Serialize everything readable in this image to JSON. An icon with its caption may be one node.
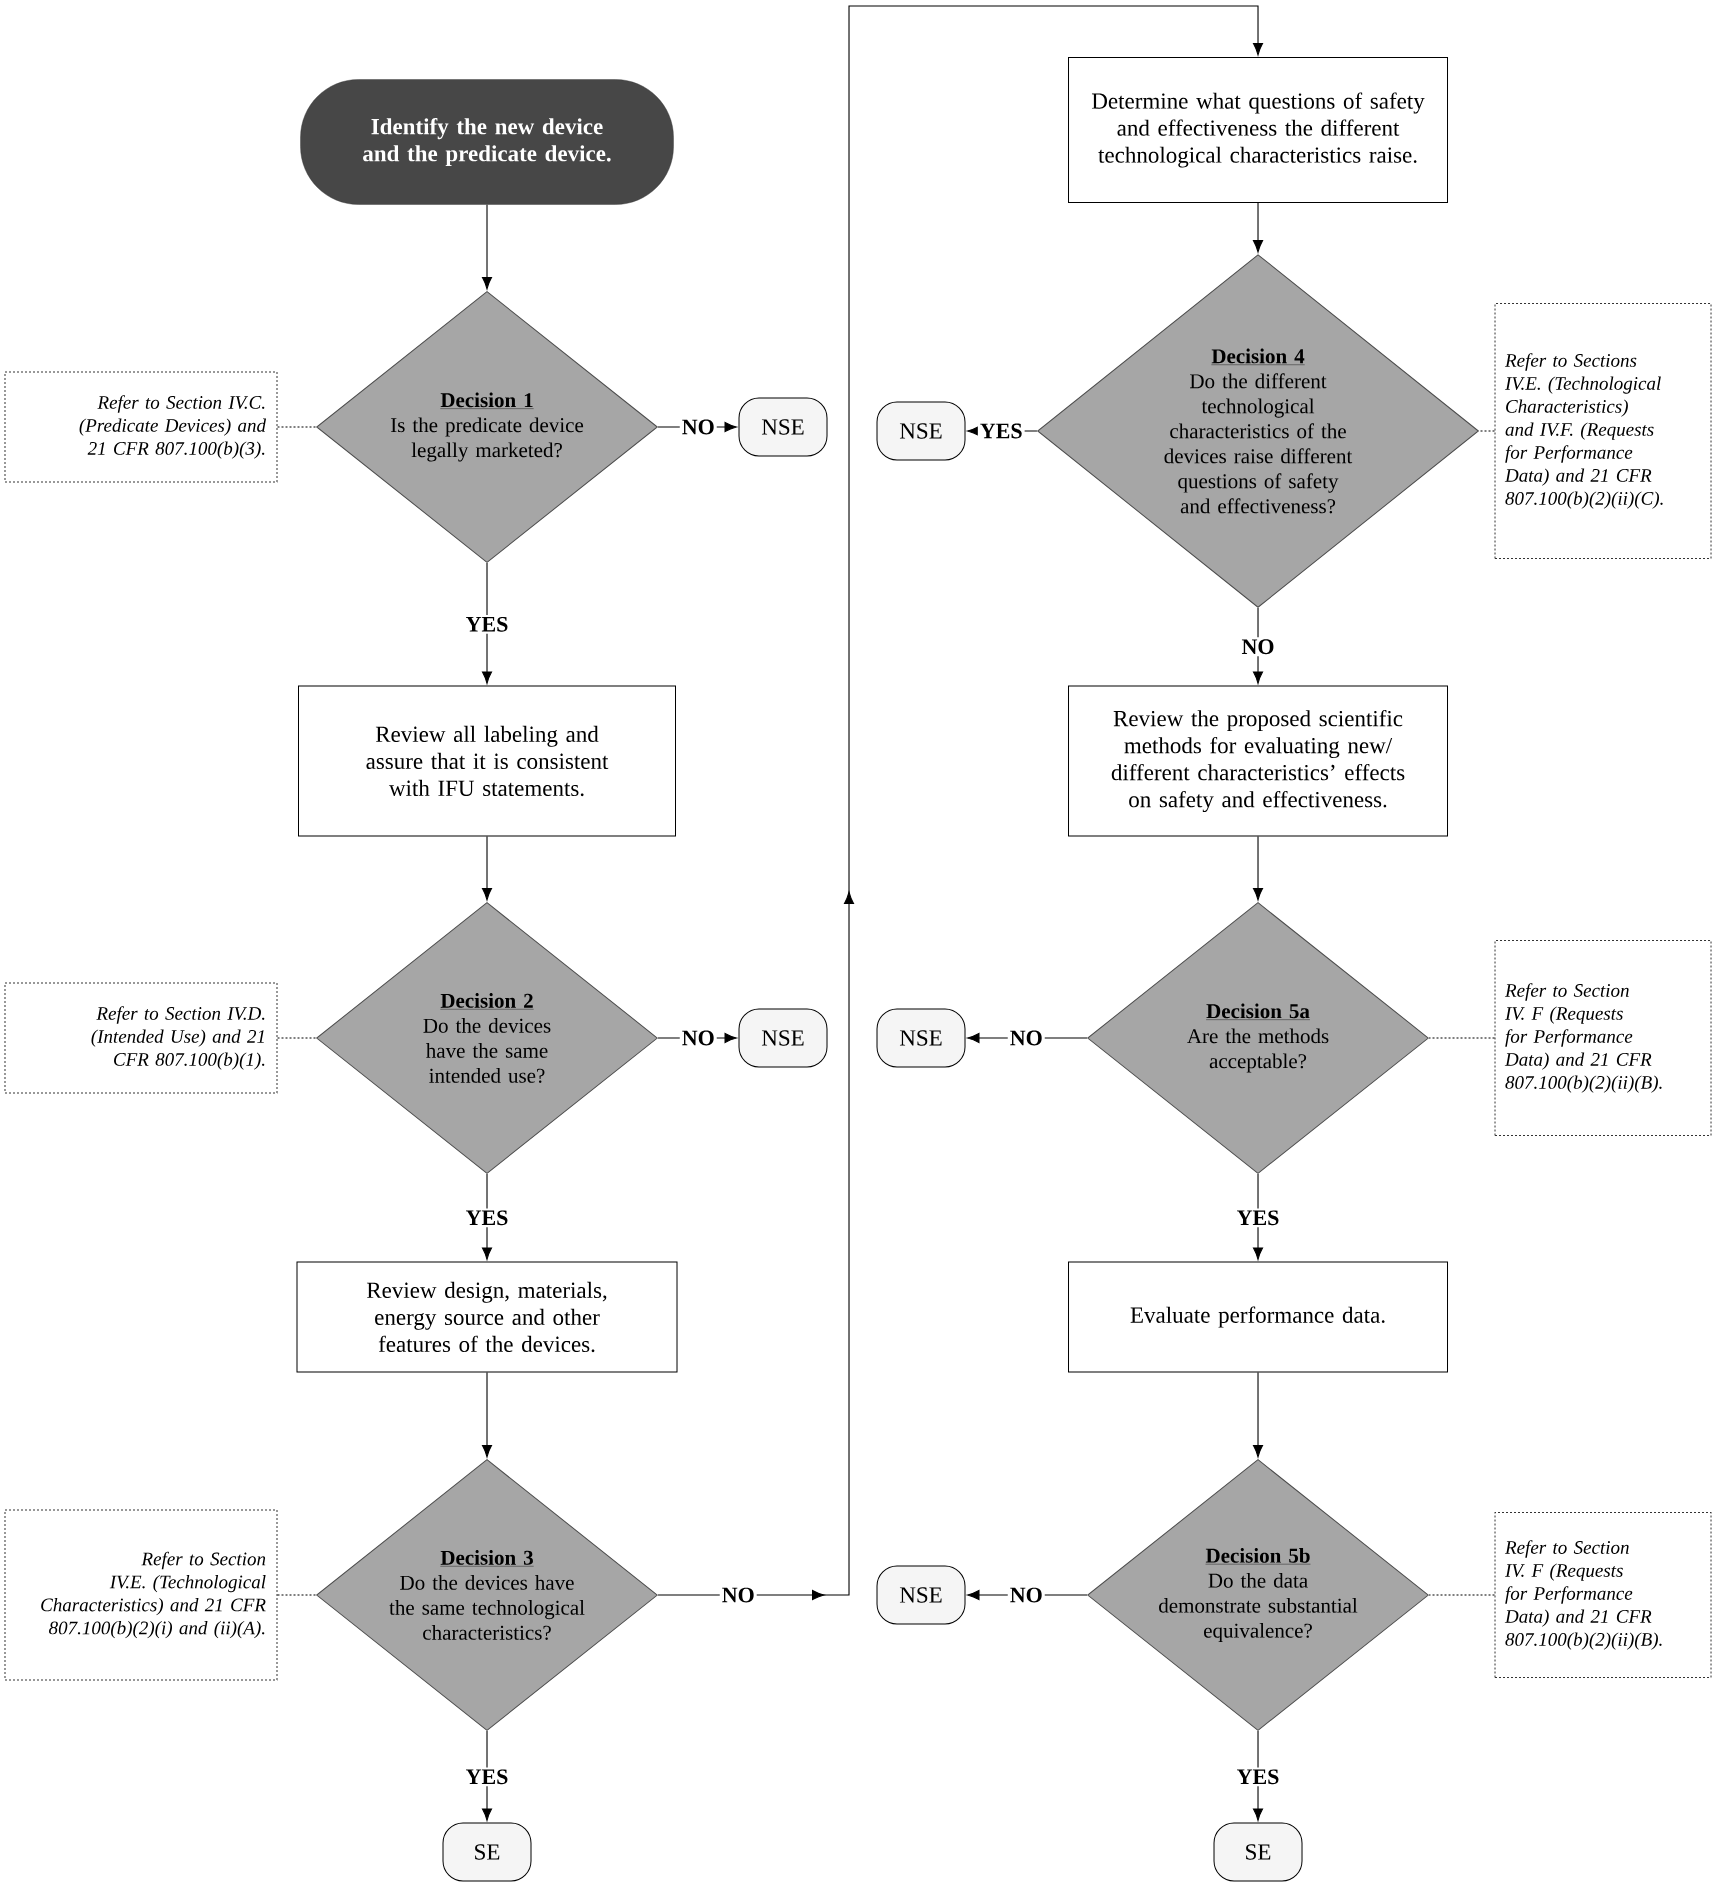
{
  "diagram": {
    "nodes": [
      {
        "text": [
          "Identify the new device and the predicate device."
        ]
      },
      {
        "text": [
          "Decision 1",
          "Is the predicate device legally marketed?"
        ]
      },
      {
        "text": [
          "NSE"
        ]
      },
      {
        "text": [
          "Refer to Section IV.C. (Predicate Devices) and 21 CFR 807.100(b)(3)."
        ]
      },
      {
        "text": [
          "Review all labeling and assure that it is consistent with IFU statements."
        ]
      },
      {
        "text": [
          "Decision 2",
          "Do the devices have the same intended use?"
        ]
      },
      {
        "text": [
          "NSE"
        ]
      },
      {
        "text": [
          "Refer to Section IV.D. (Intended Use) and 21 CFR 807.100(b)(1)."
        ]
      },
      {
        "text": [
          "Review design, materials, energy source and other features of the devices."
        ]
      },
      {
        "text": [
          "Decision 3",
          "Do the devices have the same technological characteristics?"
        ]
      },
      {
        "text": [
          "Refer to Section IV.E. (Technological Characteristics) and 21 CFR 807.100(b)(2)(i) and (ii)(A)."
        ]
      },
      {
        "text": [
          "SE"
        ]
      },
      {
        "text": [
          "Determine what questions of safety and effectiveness the different technological characteristics raise."
        ]
      },
      {
        "text": [
          "Decision 4",
          "Do the different technological characteristics of the devices raise different questions of safety and effectiveness?"
        ]
      },
      {
        "text": [
          "NSE"
        ]
      },
      {
        "text": [
          "Refer to Sections IV.E. (Technological Characteristics) and IV.F. (Requests for Performance Data) and 21 CFR 807.100(b)(2)(ii)(C)."
        ]
      },
      {
        "text": [
          "Review the proposed scientific methods for evaluating new/ different characteristics’ effects on safety and effectiveness."
        ]
      },
      {
        "text": [
          "Decision 5a",
          "Are the methods acceptable?"
        ]
      },
      {
        "text": [
          "NSE"
        ]
      },
      {
        "text": [
          "Refer to Section IV. F (Requests for Performance Data) and 21 CFR 807.100(b)(2)(ii)(B)."
        ]
      },
      {
        "text": [
          "Evaluate performance data."
        ]
      },
      {
        "text": [
          "Decision 5b",
          "Do the data demonstrate substantial equivalence?"
        ]
      },
      {
        "text": [
          "NSE"
        ]
      },
      {
        "text": [
          "Refer to Section IV. F (Requests for Performance Data) and 21 CFR 807.100(b)(2)(ii)(B)."
        ]
      },
      {
        "text": [
          "SE"
        ]
      }
    ],
    "edges": [
      {
        "from": 0,
        "to": 1,
        "arrow": "to"
      },
      {
        "from": 1,
        "to": 2,
        "arrow": "to",
        "label": "NO"
      },
      {
        "from": 1,
        "to": 4,
        "arrow": "to",
        "label": "YES"
      },
      {
        "from": 3,
        "to": 1,
        "arrow": "none",
        "style": "dashed"
      },
      {
        "from": 4,
        "to": 5,
        "arrow": "to"
      },
      {
        "from": 5,
        "to": 6,
        "arrow": "to",
        "label": "NO"
      },
      {
        "from": 5,
        "to": 8,
        "arrow": "to",
        "label": "YES"
      },
      {
        "from": 7,
        "to": 5,
        "arrow": "none",
        "style": "dashed"
      },
      {
        "from": 8,
        "to": 9,
        "arrow": "to"
      },
      {
        "from": 9,
        "to": 12,
        "arrow": "to",
        "label": "NO"
      },
      {
        "from": 9,
        "to": 11,
        "arrow": "to",
        "label": "YES"
      },
      {
        "from": 10,
        "to": 9,
        "arrow": "none",
        "style": "dashed"
      },
      {
        "from": 12,
        "to": 13,
        "arrow": "to"
      },
      {
        "from": 13,
        "to": 14,
        "arrow": "to",
        "label": "YES"
      },
      {
        "from": 13,
        "to": 16,
        "arrow": "to",
        "label": "NO"
      },
      {
        "from": 15,
        "to": 13,
        "arrow": "none",
        "style": "dashed"
      },
      {
        "from": 16,
        "to": 17,
        "arrow": "to"
      },
      {
        "from": 17,
        "to": 18,
        "arrow": "to",
        "label": "NO"
      },
      {
        "from": 17,
        "to": 20,
        "arrow": "to",
        "label": "YES"
      },
      {
        "from": 19,
        "to": 17,
        "arrow": "none",
        "style": "dashed"
      },
      {
        "from": 20,
        "to": 21,
        "arrow": "to"
      },
      {
        "from": 21,
        "to": 22,
        "arrow": "to",
        "label": "NO"
      },
      {
        "from": 21,
        "to": 24,
        "arrow": "to",
        "label": "YES"
      },
      {
        "from": 23,
        "to": 21,
        "arrow": "none",
        "style": "dashed"
      }
    ]
  }
}
